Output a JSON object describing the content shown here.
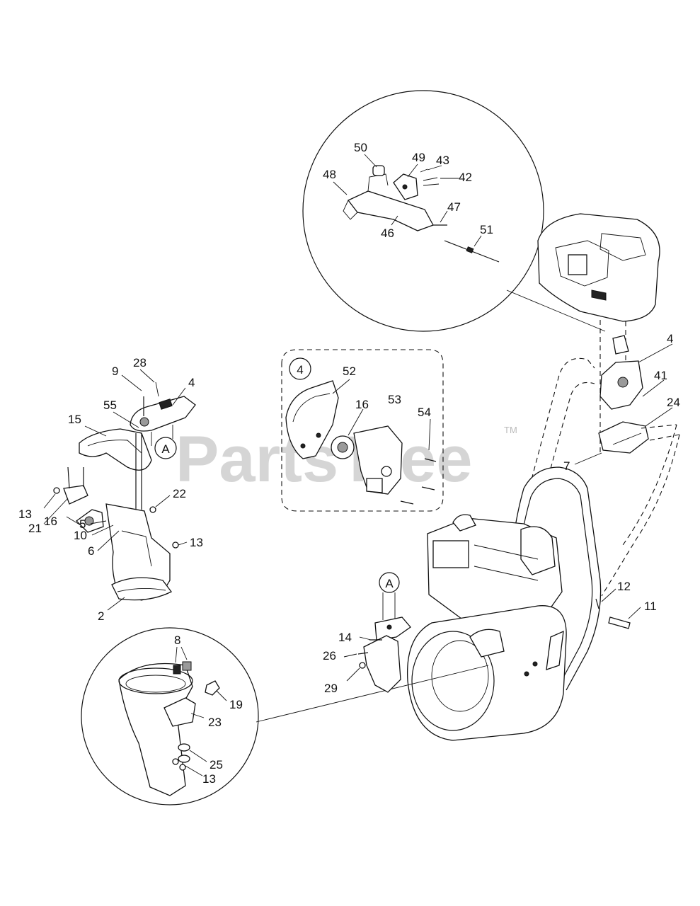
{
  "watermark": {
    "text": "PartsTree",
    "tm": "TM"
  },
  "ref_markers": {
    "a_top": "A",
    "a_bottom": "A",
    "inset_four": "4"
  },
  "labels": {
    "l50": "50",
    "l49": "49",
    "l43": "43",
    "l42": "42",
    "l48": "48",
    "l47": "47",
    "l46": "46",
    "l51": "51",
    "l52": "52",
    "l16b": "16",
    "l53": "53",
    "l54": "54",
    "l4a": "4",
    "l4b": "4",
    "l41": "41",
    "l24": "24",
    "l7": "7",
    "l9": "9",
    "l28": "28",
    "l15": "15",
    "l55": "55",
    "l22": "22",
    "l13a": "13",
    "l21": "21",
    "l16a": "16",
    "l5": "5",
    "l10": "10",
    "l6": "6",
    "l13b": "13",
    "l2": "2",
    "l12": "12",
    "l11": "11",
    "l14": "14",
    "l26": "26",
    "l29": "29",
    "l8": "8",
    "l19": "19",
    "l23": "23",
    "l25": "25",
    "l13c": "13"
  }
}
